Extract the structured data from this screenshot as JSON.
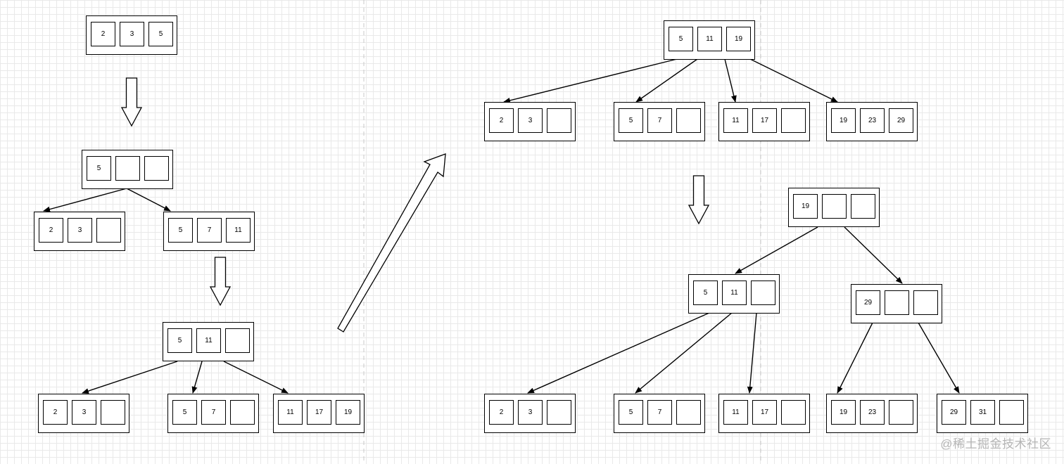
{
  "colors": {
    "background": "#ffffff",
    "grid": "#e9e9e9",
    "stroke": "#000000",
    "watermark": "#b5b5b5"
  },
  "watermark": "@稀土掘金技术社区",
  "stages": [
    {
      "id": "stage-1",
      "nodes": [
        {
          "id": "s1-root",
          "keys": [
            "2",
            "3",
            "5"
          ]
        }
      ]
    },
    {
      "id": "stage-2",
      "nodes": [
        {
          "id": "s2-root",
          "keys": [
            "5",
            "",
            ""
          ]
        },
        {
          "id": "s2-left",
          "keys": [
            "2",
            "3",
            ""
          ]
        },
        {
          "id": "s2-right",
          "keys": [
            "5",
            "7",
            "11"
          ]
        }
      ]
    },
    {
      "id": "stage-3",
      "nodes": [
        {
          "id": "s3-root",
          "keys": [
            "5",
            "11",
            ""
          ]
        },
        {
          "id": "s3-c1",
          "keys": [
            "2",
            "3",
            ""
          ]
        },
        {
          "id": "s3-c2",
          "keys": [
            "5",
            "7",
            ""
          ]
        },
        {
          "id": "s3-c3",
          "keys": [
            "11",
            "17",
            "19"
          ]
        }
      ]
    },
    {
      "id": "stage-4",
      "nodes": [
        {
          "id": "s4-root",
          "keys": [
            "5",
            "11",
            "19"
          ]
        },
        {
          "id": "s4-c1",
          "keys": [
            "2",
            "3",
            ""
          ]
        },
        {
          "id": "s4-c2",
          "keys": [
            "5",
            "7",
            ""
          ]
        },
        {
          "id": "s4-c3",
          "keys": [
            "11",
            "17",
            ""
          ]
        },
        {
          "id": "s4-c4",
          "keys": [
            "19",
            "23",
            "29"
          ]
        }
      ]
    },
    {
      "id": "stage-5",
      "nodes": [
        {
          "id": "s5-root",
          "keys": [
            "19",
            "",
            ""
          ]
        },
        {
          "id": "s5-left",
          "keys": [
            "5",
            "11",
            ""
          ]
        },
        {
          "id": "s5-right",
          "keys": [
            "29",
            "",
            ""
          ]
        },
        {
          "id": "s5-l1",
          "keys": [
            "2",
            "3",
            ""
          ]
        },
        {
          "id": "s5-l2",
          "keys": [
            "5",
            "7",
            ""
          ]
        },
        {
          "id": "s5-l3",
          "keys": [
            "11",
            "17",
            ""
          ]
        },
        {
          "id": "s5-r1",
          "keys": [
            "19",
            "23",
            ""
          ]
        },
        {
          "id": "s5-r2",
          "keys": [
            "29",
            "31",
            ""
          ]
        }
      ]
    }
  ]
}
